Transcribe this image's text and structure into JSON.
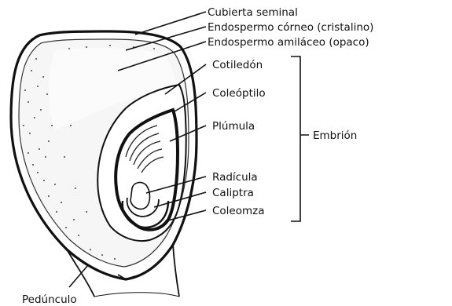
{
  "labels": {
    "seed_coat": "Cubierta seminal",
    "horny_endosperm": "Endospermo córneo (cristalino)",
    "floury_endosperm": "Endospermo amiláceo (opaco)",
    "scutellum": "Cotiledón",
    "coleoptile": "Coleóptilo",
    "plumule": "Plúmula",
    "radicle": "Radícula",
    "root_cap": "Caliptra",
    "coleorhiza": "Coleomza",
    "embryo": "Embrión",
    "pedicel": "Pedúnculo"
  }
}
